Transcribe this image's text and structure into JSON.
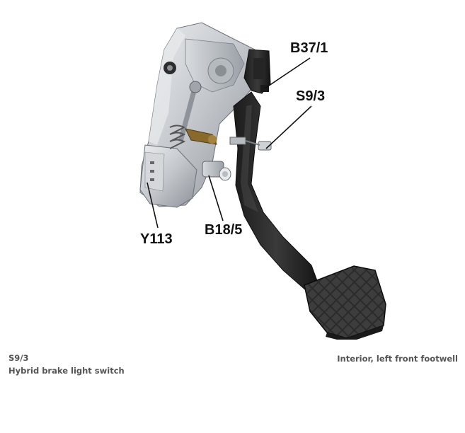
{
  "callouts": {
    "b37_1": "B37/1",
    "s9_3": "S9/3",
    "y113": "Y113",
    "b18_5": "B18/5"
  },
  "caption": {
    "code": "S9/3",
    "name": "Hybrid brake light switch",
    "location": "Interior, left front footwell"
  },
  "colors": {
    "housing": "#c9cdd2",
    "pedal": "#2a2a2a",
    "text": "#111111",
    "caption": "#555555"
  }
}
